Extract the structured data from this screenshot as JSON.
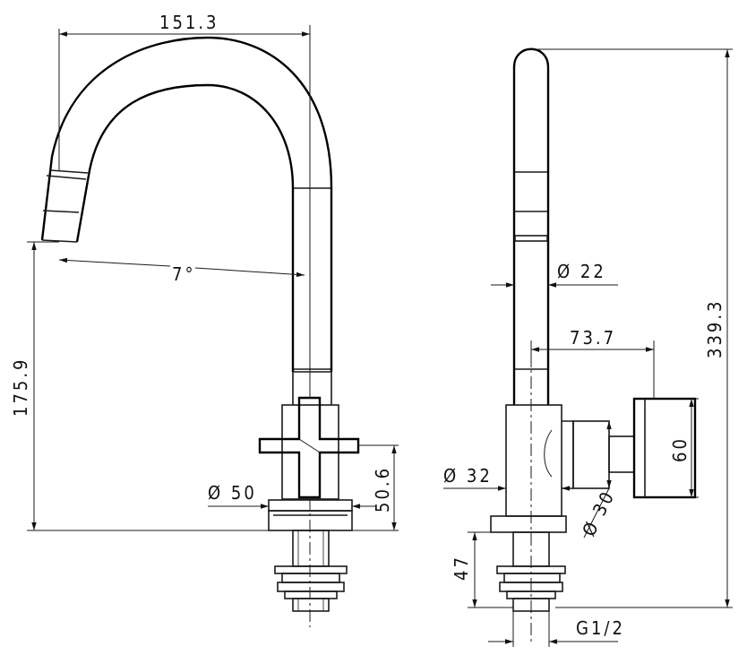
{
  "dimensions": {
    "spout_reach": "151.3",
    "spout_angle": "7°",
    "height_to_spout": "175.9",
    "base_diameter": "Ø 50",
    "handle_height": "50.6",
    "tube_diameter": "Ø 22",
    "handle_offset": "73.7",
    "total_height": "339.3",
    "handle_size": "60",
    "body_diameter": "Ø 32",
    "stem_diameter": "Ø 30",
    "shank_length": "47",
    "thread": "G1/2"
  },
  "colors": {
    "line": "#1a1a1a",
    "background": "#ffffff"
  }
}
